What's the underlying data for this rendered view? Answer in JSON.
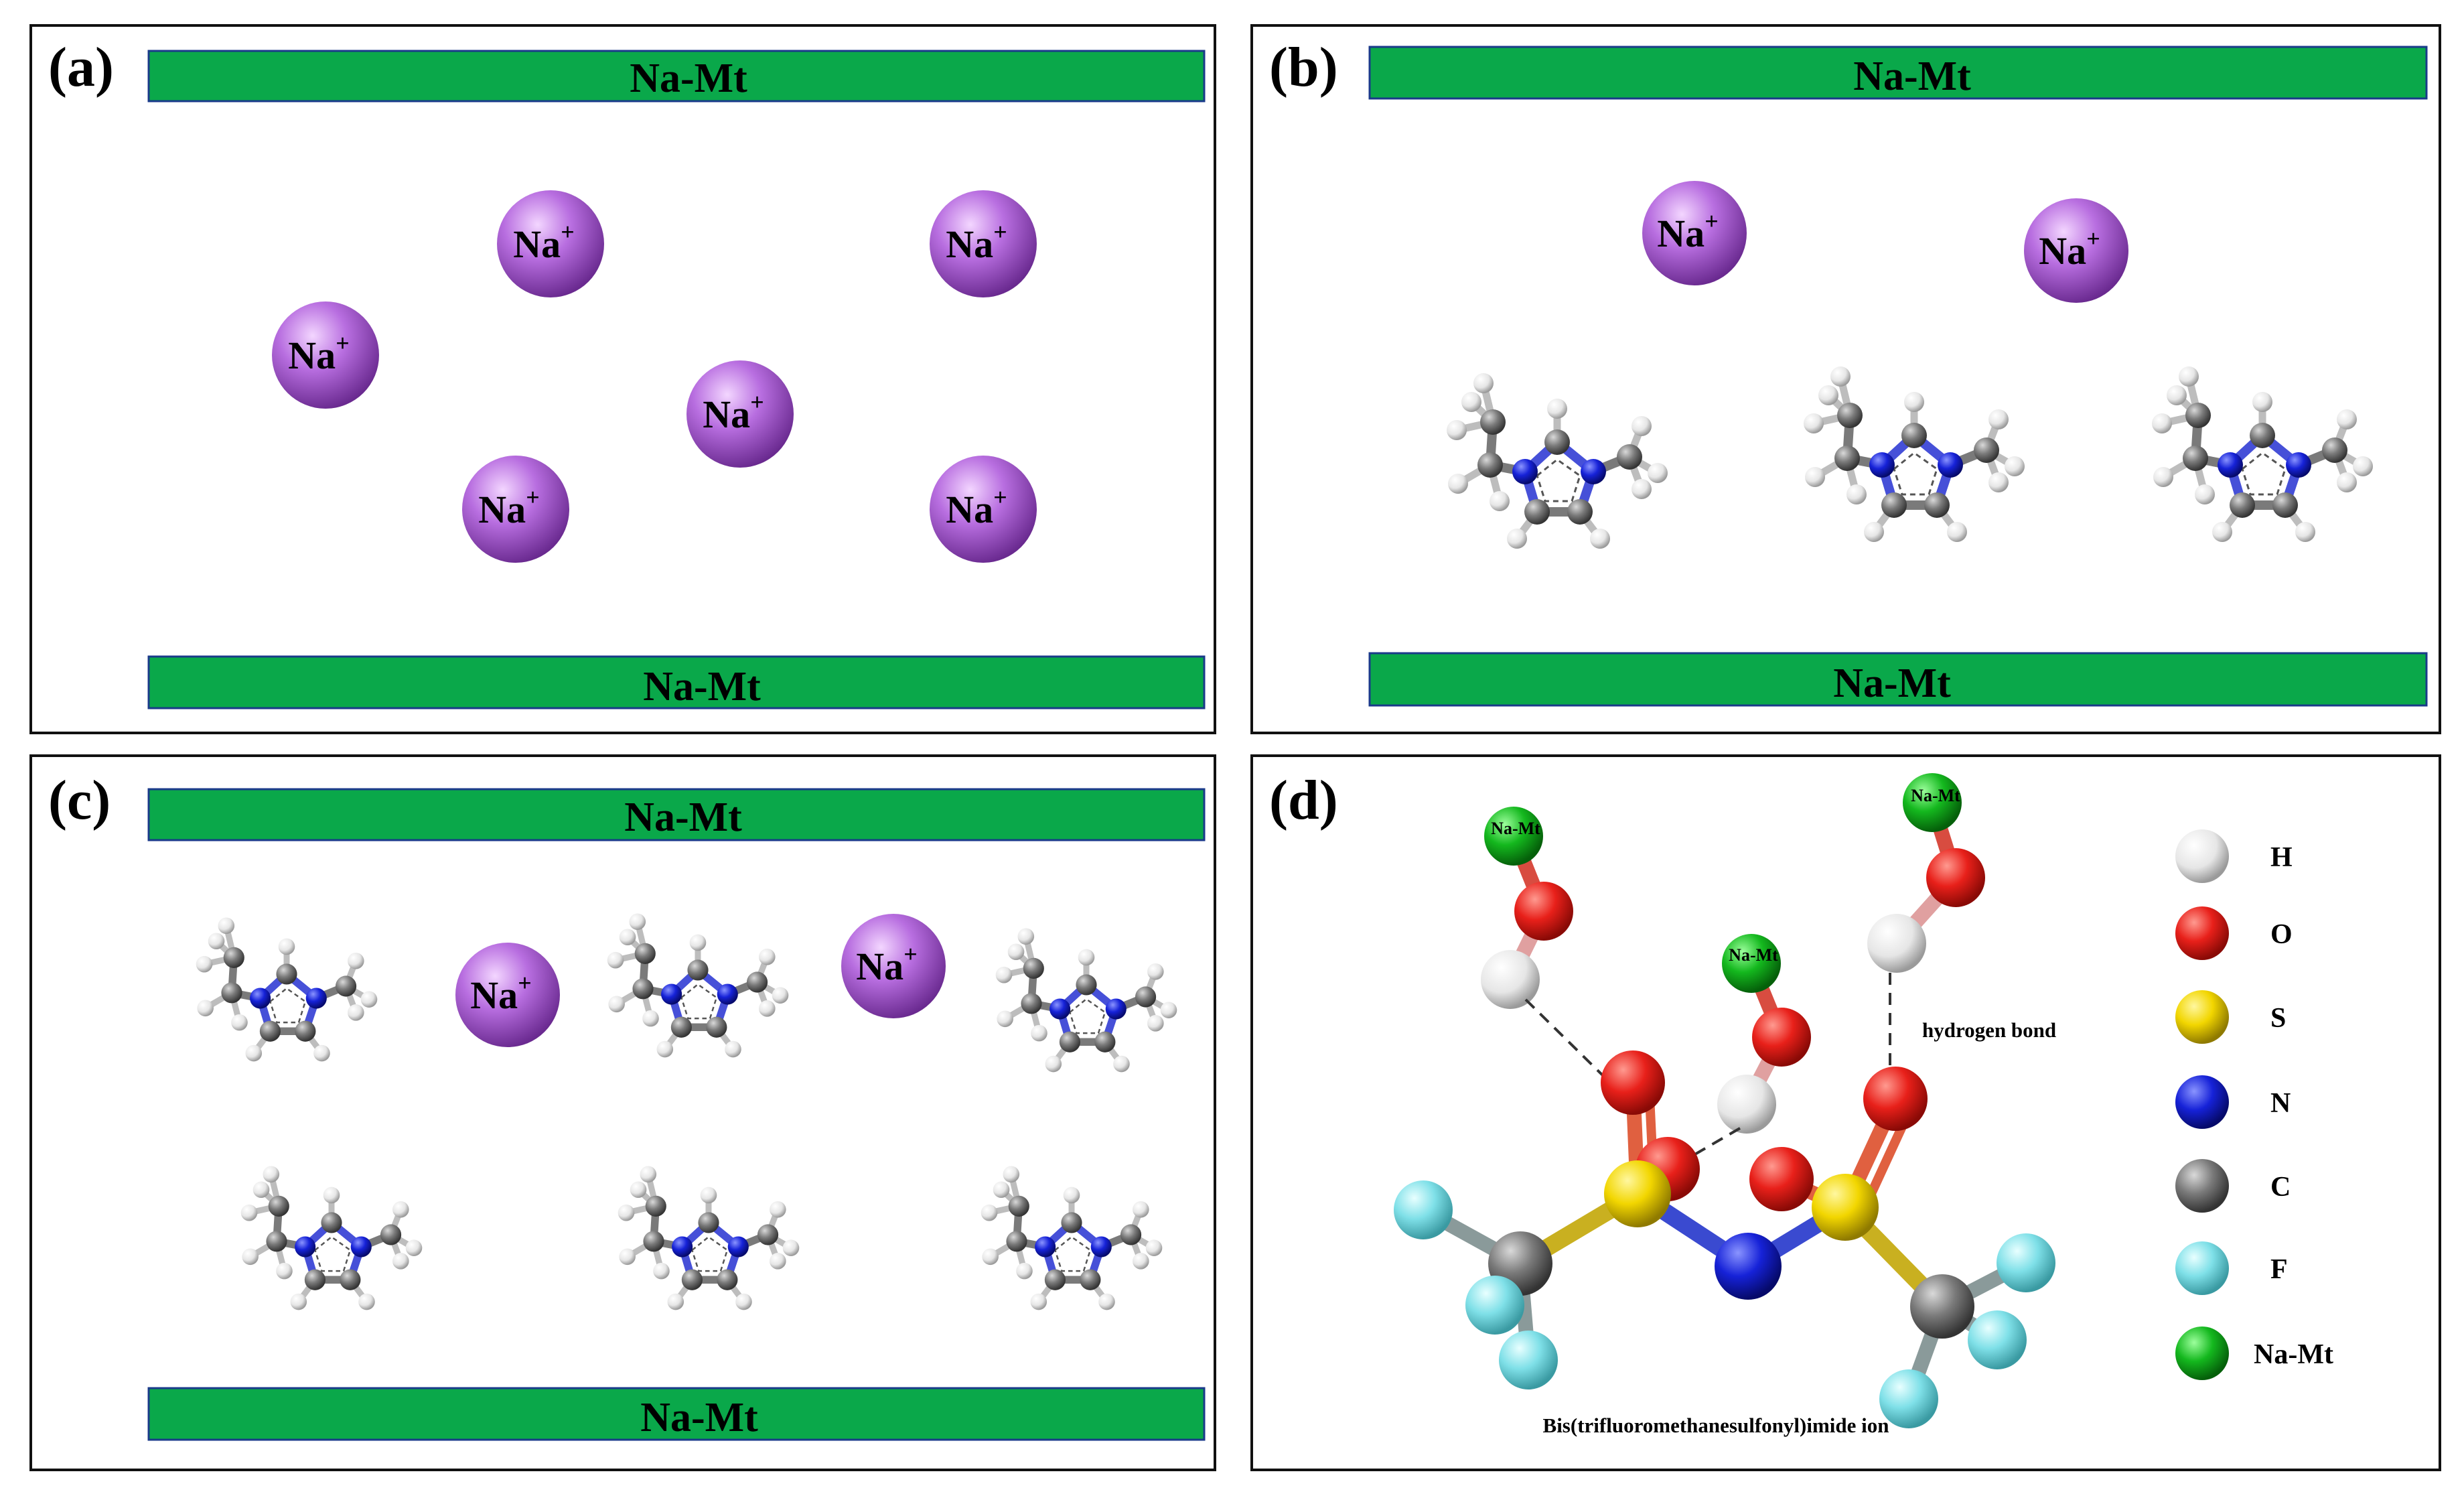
{
  "panels": {
    "a": {
      "letter": "(a)",
      "top_clay": "Na-Mt",
      "bottom_clay": "Na-Mt",
      "ion_label": "Na",
      "ion_charge": "+"
    },
    "b": {
      "letter": "(b)",
      "top_clay": "Na-Mt",
      "bottom_clay": "Na-Mt",
      "ion_label": "Na",
      "ion_charge": "+"
    },
    "c": {
      "letter": "(c)",
      "top_clay": "Na-Mt",
      "bottom_clay": "Na-Mt",
      "ion_label": "Na",
      "ion_charge": "+"
    },
    "d": {
      "letter": "(d)",
      "hydrogen_bond_label": "hydrogen bond",
      "ion_name": "Bis(trifluoromethanesulfonyl)imide ion",
      "site_label": "Na-Mt"
    }
  },
  "legend": [
    {
      "label": "H",
      "color": "#f2f2f2"
    },
    {
      "label": "O",
      "color": "#e8201a"
    },
    {
      "label": "S",
      "color": "#f2d600"
    },
    {
      "label": "N",
      "color": "#1622d8"
    },
    {
      "label": "C",
      "color": "#7a7a7a"
    },
    {
      "label": "F",
      "color": "#7fe0e8"
    },
    {
      "label": "Na-Mt",
      "color": "#14b81e"
    }
  ],
  "colors": {
    "clay": "#0aa84a",
    "sodium": "#b069d8",
    "hydrogen": "#f2f2f2",
    "oxygen": "#e8201a",
    "sulfur": "#f2d600",
    "nitrogen": "#1622d8",
    "carbon": "#7a7a7a",
    "fluorine": "#7fe0e8",
    "namt_site": "#14b81e"
  }
}
